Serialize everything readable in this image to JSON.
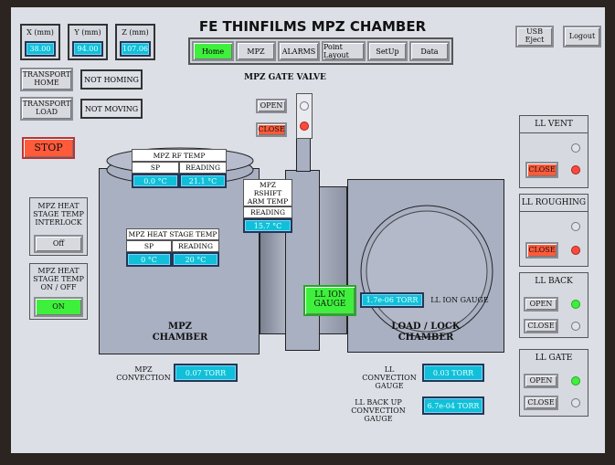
{
  "title": "FE THINFILMS MPZ CHAMBER SYSTEM",
  "axes": [
    {
      "label": "X (mm)",
      "value": "38.00"
    },
    {
      "label": "Y (mm)",
      "value": "94.00"
    },
    {
      "label": "Z (mm)",
      "value": "107.06"
    }
  ],
  "tabs": [
    "Home",
    "MPZ",
    "ALARMS",
    "Point Layout",
    "SetUp",
    "Data"
  ],
  "active_tab": "Home",
  "top_buttons": {
    "usb_eject": "USB Eject",
    "logout": "Logout"
  },
  "transport": {
    "home_label": "TRANSPORT HOME",
    "home_status": "NOT HOMING",
    "load_label": "TRANSPORT LOAD",
    "load_status": "NOT MOVING"
  },
  "stop_label": "STOP",
  "heat_interlock": {
    "label": "MPZ HEAT STAGE TEMP INTERLOCK",
    "state": "Off"
  },
  "heat_onoff": {
    "label": "MPZ HEAT STAGE TEMP ON / OFF",
    "state": "ON"
  },
  "gate_valve": {
    "title": "MPZ GATE VALVE",
    "open": "OPEN",
    "close": "CLOSE"
  },
  "rf_temp": {
    "title": "MPZ RF TEMP",
    "sp_label": "SP",
    "reading_label": "READING",
    "sp": "0.0 °C",
    "reading": "21.1 °C"
  },
  "heat_stage_temp": {
    "title": "MPZ HEAT STAGE TEMP",
    "sp_label": "SP",
    "reading_label": "READING",
    "sp": "0 °C",
    "reading": "20 °C"
  },
  "rshift_temp": {
    "title": "MPZ RSHIFT ARM TEMP",
    "reading_label": "READING",
    "reading": "15.7 °C"
  },
  "mpz_chamber_label": "MPZ CHAMBER",
  "ll_chamber_label": "LOAD / LOCK CHAMBER",
  "ll_ion_gauge": {
    "button": "LL ION GAUGE",
    "value": "1.7e-06 TORR",
    "label": "LL ION GAUGE"
  },
  "mpz_convection": {
    "label": "MPZ CONVECTION",
    "value": "0.07 TORR"
  },
  "ll_convection": {
    "label": "LL CONVECTION GAUGE",
    "value": "0.03 TORR"
  },
  "ll_backup": {
    "label": "LL BACK UP CONVECTION GAUGE",
    "value": "6.7e-04 TORR"
  },
  "ll_vent": {
    "title": "LL VENT",
    "button": "CLOSE"
  },
  "ll_roughing": {
    "title": "LL ROUGHING",
    "button": "CLOSE"
  },
  "ll_back": {
    "title": "LL BACK",
    "open": "OPEN",
    "close": "CLOSE"
  },
  "ll_gate": {
    "title": "LL GATE",
    "open": "OPEN",
    "close": "CLOSE"
  },
  "colors": {
    "screen_bg": "#dcdfe6",
    "chamber": "#a9b0c2",
    "cyan_display": "#10c0d8",
    "active_green": "#3ef03c",
    "alarm_red": "#ff5a3a"
  }
}
